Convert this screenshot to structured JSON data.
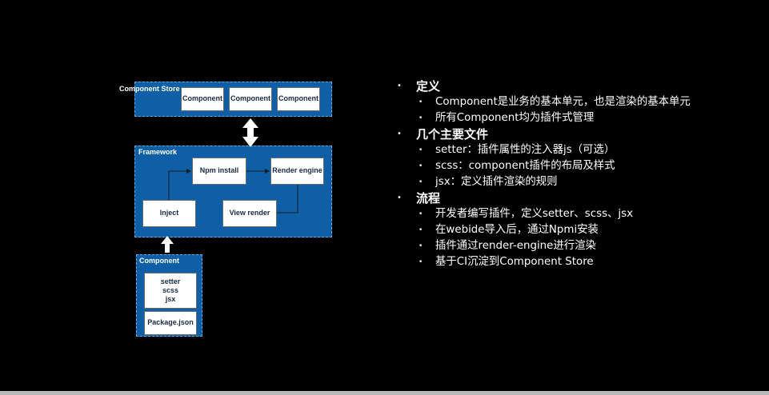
{
  "diagram": {
    "store": {
      "title": "Component Store",
      "items": [
        "Component",
        "Component",
        "Component"
      ]
    },
    "framework": {
      "title": "Framework",
      "npm": "Npm install",
      "render_engine": "Render engine",
      "inject": "Inject",
      "view_render": "View render"
    },
    "component": {
      "title": "Component",
      "files": "setter\nscss\njsx",
      "package": "Package.json"
    }
  },
  "bullets": [
    {
      "title": "定义",
      "items": [
        "Component是业务的基本单元，也是渲染的基本单元",
        "所有Component均为插件式管理"
      ]
    },
    {
      "title": "几个主要文件",
      "items": [
        "setter：插件属性的注入器js（可选）",
        "scss：component插件的布局及样式",
        "jsx：定义插件渲染的规则"
      ]
    },
    {
      "title": "流程",
      "items": [
        "开发者编写插件，定义setter、scss、jsx",
        "在webide导入后，通过Npmi安装",
        "插件通过render-engine进行渲染",
        "基于CI沉淀到Component Store"
      ]
    }
  ]
}
